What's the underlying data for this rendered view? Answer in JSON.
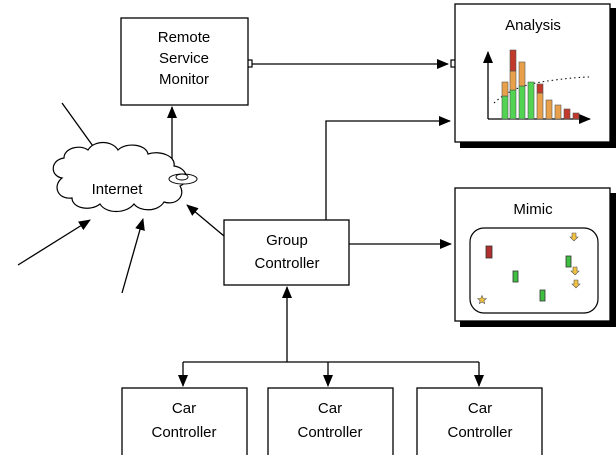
{
  "nodes": {
    "remote_service_monitor": [
      "Remote",
      "Service",
      "Monitor"
    ],
    "internet": "Internet",
    "group_controller": [
      "Group",
      "Controller"
    ],
    "analysis": "Analysis",
    "mimic": "Mimic",
    "car_controllers": [
      [
        "Car",
        "Controller"
      ],
      [
        "Car",
        "Controller"
      ],
      [
        "Car",
        "Controller"
      ]
    ]
  },
  "colors": {
    "bar_red": "#c0392b",
    "bar_orange": "#e8a04a",
    "bar_green": "#52d452",
    "mimic_red": "#b03030",
    "mimic_green": "#3fbf3f",
    "mimic_yellow": "#f0c040"
  },
  "icons": [
    "cloud-icon",
    "mini-bar-chart-icon",
    "star-icon",
    "down-arrow-icon"
  ]
}
